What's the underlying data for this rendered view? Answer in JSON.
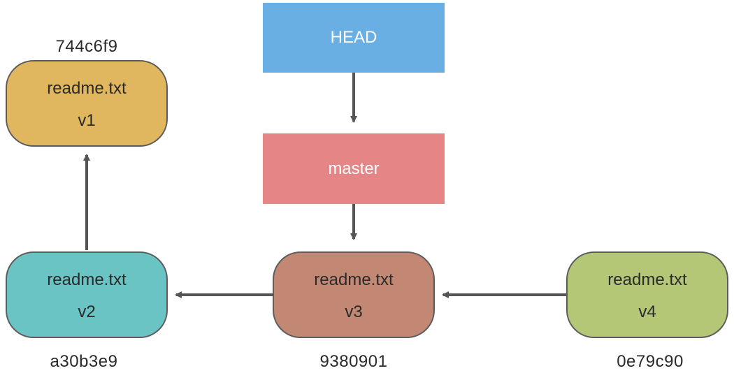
{
  "refs": {
    "head": {
      "label": "HEAD",
      "color": "#6aafe3"
    },
    "master": {
      "label": "master",
      "color": "#e58585"
    }
  },
  "commits": [
    {
      "id": "c1",
      "hash": "744c6f9",
      "file": "readme.txt",
      "version": "v1",
      "color": "#e0b75e"
    },
    {
      "id": "c2",
      "hash": "a30b3e9",
      "file": "readme.txt",
      "version": "v2",
      "color": "#6bc4c4"
    },
    {
      "id": "c3",
      "hash": "9380901",
      "file": "readme.txt",
      "version": "v3",
      "color": "#c28873"
    },
    {
      "id": "c4",
      "hash": "0e79c90",
      "file": "readme.txt",
      "version": "v4",
      "color": "#b3c777"
    }
  ],
  "edges": [
    {
      "from": "head",
      "to": "master"
    },
    {
      "from": "master",
      "to": "c3"
    },
    {
      "from": "c4",
      "to": "c3"
    },
    {
      "from": "c3",
      "to": "c2"
    },
    {
      "from": "c2",
      "to": "c1"
    }
  ]
}
